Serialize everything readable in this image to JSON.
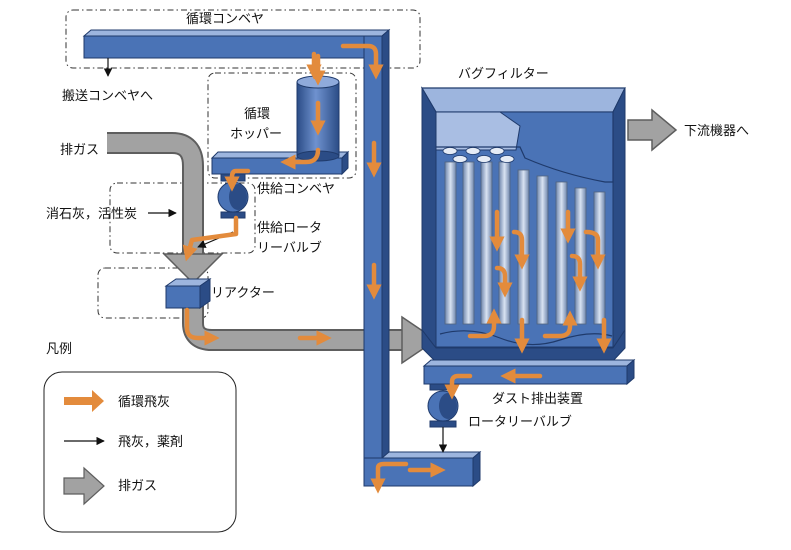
{
  "labels": {
    "circulation_conveyor": "循環コンベヤ",
    "to_transport_conveyor": "搬送コンベヤへ",
    "circulation_hopper_line1": "循環",
    "circulation_hopper_line2": "ホッパー",
    "exhaust_gas": "排ガス",
    "supply_conveyor": "供給コンベヤ",
    "reagent_input": "消石灰，活性炭",
    "supply_rotary_valve_line1": "供給ロータ",
    "supply_rotary_valve_line2": "リーバルブ",
    "reactor": "リアクター",
    "bag_filter": "バグフィルター",
    "to_downstream": "下流機器へ",
    "dust_discharge": "ダスト排出装置",
    "rotary_valve": "ロータリーバルブ"
  },
  "legend": {
    "title": "凡例",
    "items": [
      {
        "icon": "orange-arrow",
        "label": "循環飛灰"
      },
      {
        "icon": "thin-black-arrow",
        "label": "飛灰，薬剤"
      },
      {
        "icon": "gray-gas-arrow",
        "label": "排ガス"
      }
    ]
  },
  "colors": {
    "equipment_blue": "#4A73B6",
    "equipment_dark": "#2B4C86",
    "equipment_light": "#9DB5DE",
    "circulating_ash": "#E38B3C",
    "exhaust_gas": "#9E9E9E"
  }
}
